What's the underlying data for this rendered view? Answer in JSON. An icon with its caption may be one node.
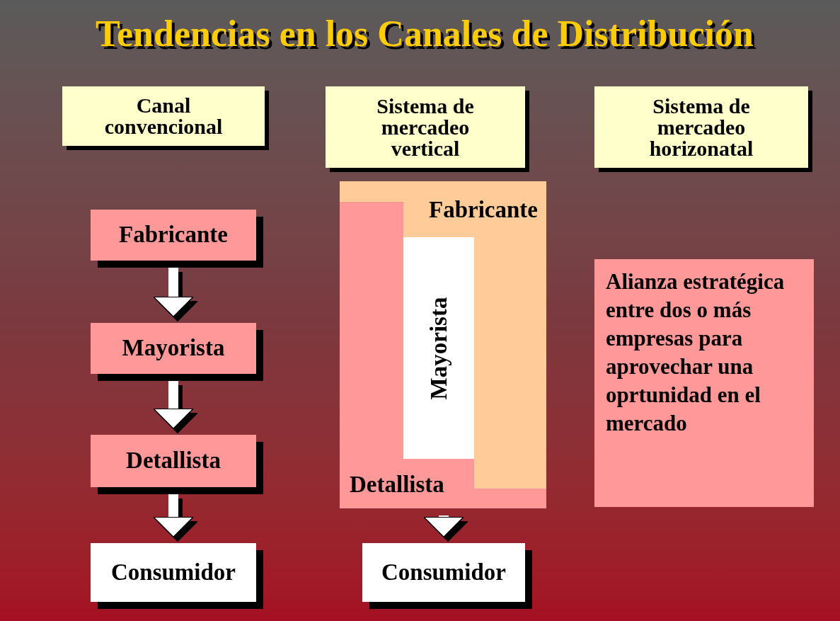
{
  "diagram": {
    "title": "Tendencias en los Canales de Distribución",
    "nodes": [
      {
        "text": [
          "Canal convencional"
        ]
      },
      {
        "text": [
          "Sistema de mercadeo vertical"
        ]
      },
      {
        "text": [
          "Sistema de mercadeo horizonatal"
        ]
      },
      {
        "text": [
          "Fabricante"
        ]
      },
      {
        "text": [
          "Mayorista"
        ]
      },
      {
        "text": [
          "Detallista"
        ]
      },
      {
        "text": [
          "Consumidor"
        ]
      },
      {
        "text": [],
        "shape": "box"
      },
      {
        "text": [
          "Fabricante"
        ],
        "in": 7
      },
      {
        "text": [
          "Mayorista"
        ],
        "in": 7
      },
      {
        "text": [
          "Detallista"
        ],
        "in": 7
      },
      {
        "text": [
          "Consumidor"
        ]
      },
      {
        "text": [
          "Alianza estratégica entre dos o más empresas para aprovechar una oprtunidad en el mercado"
        ]
      }
    ],
    "edges": [
      {
        "from": 3,
        "to": 4,
        "arrow": "to"
      },
      {
        "from": 4,
        "to": 5,
        "arrow": "to"
      },
      {
        "from": 5,
        "to": 6,
        "arrow": "to"
      },
      {
        "from": 7,
        "to": 11,
        "arrow": "to"
      }
    ]
  }
}
